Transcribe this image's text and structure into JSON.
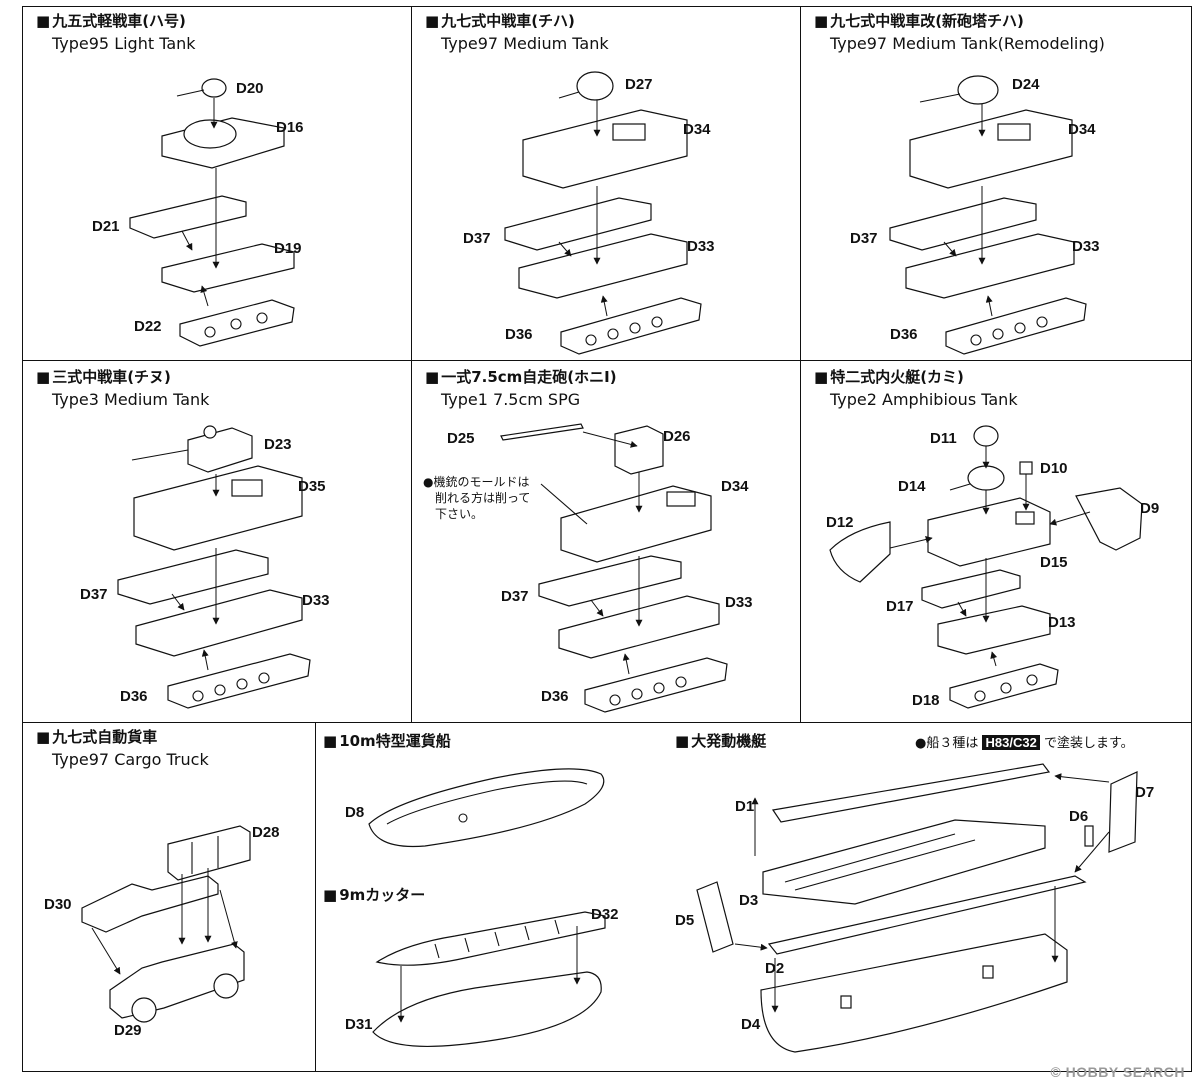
{
  "panels": [
    {
      "jp": "九五式軽戦車(ハ号)",
      "en": "Type95 Light Tank",
      "parts": [
        "D20",
        "D16",
        "D21",
        "D19",
        "D22"
      ]
    },
    {
      "jp": "九七式中戦車(チハ)",
      "en": "Type97 Medium Tank",
      "parts": [
        "D27",
        "D34",
        "D37",
        "D33",
        "D36"
      ]
    },
    {
      "jp": "九七式中戦車改(新砲塔チハ)",
      "en": "Type97 Medium Tank(Remodeling)",
      "parts": [
        "D24",
        "D34",
        "D37",
        "D33",
        "D36"
      ]
    },
    {
      "jp": "三式中戦車(チヌ)",
      "en": "Type3 Medium Tank",
      "parts": [
        "D23",
        "D35",
        "D37",
        "D33",
        "D36"
      ]
    },
    {
      "jp": "一式7.5cm自走砲(ホニI)",
      "en": "Type1 7.5cm SPG",
      "parts": [
        "D25",
        "D26",
        "D34",
        "D37",
        "D33",
        "D36"
      ],
      "note": [
        "●機銃のモールドは",
        "削れる方は削って",
        "下さい。"
      ]
    },
    {
      "jp": "特二式内火艇(カミ)",
      "en": "Type2 Amphibious Tank",
      "parts": [
        "D11",
        "D14",
        "D10",
        "D9",
        "D12",
        "D15",
        "D17",
        "D13",
        "D18"
      ]
    },
    {
      "jp": "九七式自動貨車",
      "en": "Type97 Cargo Truck",
      "parts": [
        "D28",
        "D30",
        "D29"
      ]
    }
  ],
  "boats": {
    "sec1": "10m特型運貨船",
    "sec2": "9mカッター",
    "sec3": "大発動機艇",
    "paint_pre": "●船３種は",
    "paint_code": "H83/C32",
    "paint_post": "で塗装します。",
    "parts": [
      "D8",
      "D32",
      "D31",
      "D1",
      "D7",
      "D6",
      "D3",
      "D5",
      "D2",
      "D4"
    ]
  },
  "watermark": "© HOBBY SEARCH"
}
